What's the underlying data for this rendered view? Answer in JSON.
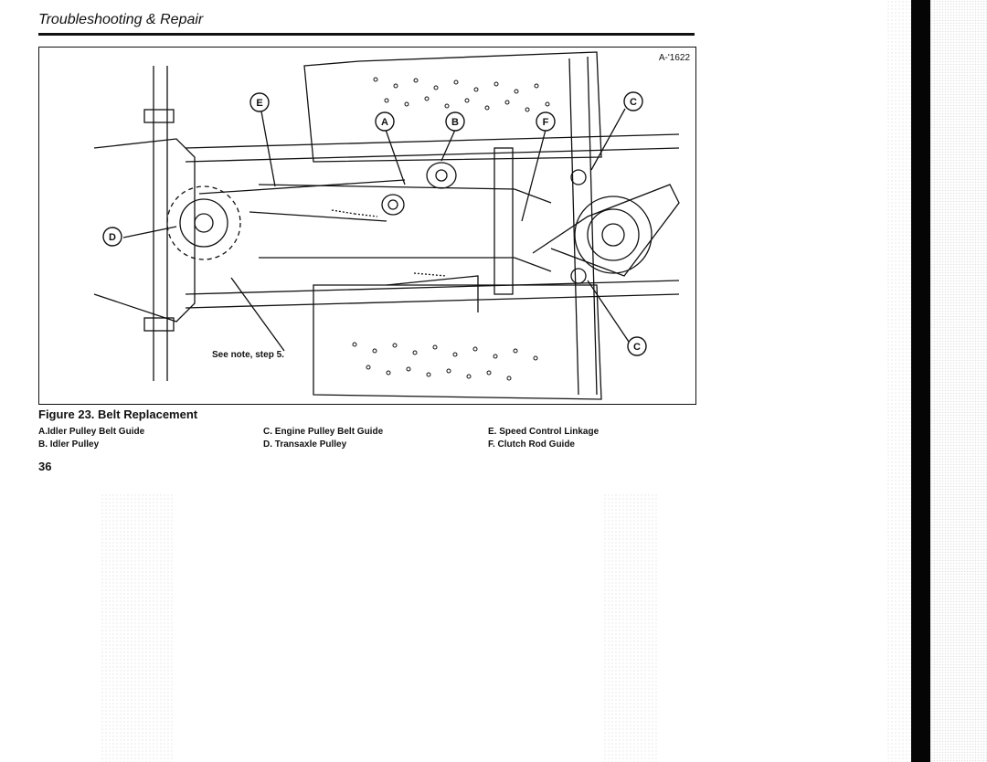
{
  "header": {
    "title": "Troubleshooting & Repair"
  },
  "figure": {
    "code": "A-'1622",
    "note": "See note, step 5.",
    "labels": [
      "A",
      "B",
      "C",
      "D",
      "E",
      "F",
      "C"
    ]
  },
  "caption": {
    "title": "Figure 23. Belt Replacement",
    "legend_col1": [
      "A.Idler Pulley Belt Guide",
      "B. Idler Pulley"
    ],
    "legend_col2": [
      "C. Engine Pulley Belt Guide",
      "D. Transaxle Pulley"
    ],
    "legend_col3": [
      "E. Speed Control Linkage",
      "F. Clutch Rod Guide"
    ]
  },
  "page": {
    "number": "36"
  }
}
